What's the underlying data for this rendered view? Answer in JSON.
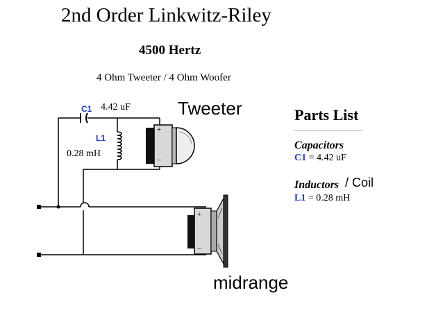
{
  "header": {
    "title": "2nd Order Linkwitz-Riley",
    "frequency": "4500 Hertz",
    "subtitle": "4 Ohm Tweeter / 4 Ohm Woofer"
  },
  "circuit": {
    "c1_ref": "C1",
    "c1_value": "4.42 uF",
    "l1_ref": "L1",
    "l1_value": "0.28 mH",
    "tweeter_label": "Tweeter",
    "midrange_label": "midrange",
    "polarity_plus": "+",
    "polarity_minus": "−"
  },
  "parts_list": {
    "title": "Parts List",
    "capacitors_heading": "Capacitors",
    "capacitor_ref": "C1",
    "capacitor_value": " = 4.42 uF",
    "inductors_heading": "Inductors",
    "inductors_suffix": " / Coil",
    "inductor_ref": "L1",
    "inductor_value": " = 0.28 mH"
  },
  "colors": {
    "reference_designator": "#1a3bd6",
    "wire": "#000000",
    "speaker_body": "#d8d8d8"
  }
}
